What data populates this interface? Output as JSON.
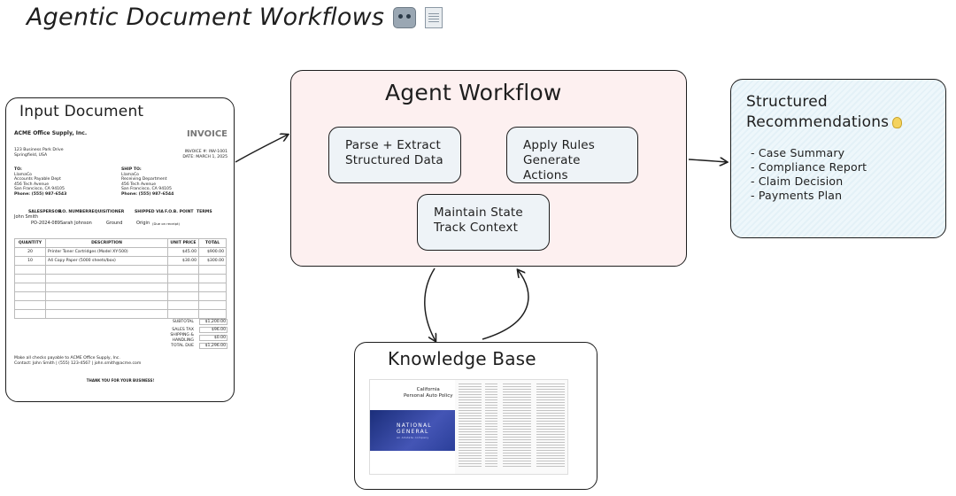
{
  "page": {
    "title": "Agentic Document Workflows"
  },
  "icons": [
    "robot-icon",
    "document-icon",
    "lightbulb-icon"
  ],
  "input_document": {
    "title": "Input Document",
    "invoice": {
      "company": "ACME Office Supply, Inc.",
      "heading": "INVOICE",
      "address_lines": [
        "123 Business Park Drive",
        "Springfield, USA"
      ],
      "number_line": "INVOICE #: INV-1001",
      "date_line": "DATE: MARCH 1, 2025",
      "to_label": "TO:",
      "to_lines": [
        "LlamaCo",
        "Accounts Payable Dept",
        "456 Tech Avenue",
        "San Francisco, CA 94105"
      ],
      "to_phone": "Phone: (555) 987-6543",
      "shipto_label": "SHIP TO:",
      "shipto_lines": [
        "LlamaCo",
        "Receiving Department",
        "456 Tech Avenue",
        "San Francisco, CA 94105"
      ],
      "shipto_phone": "Phone: (555) 987-6544",
      "sales_headers": [
        "SALESPERSON",
        "P.O. NUMBER",
        "REQUISITIONER",
        "SHIPPED VIA",
        "F.O.B. POINT",
        "TERMS"
      ],
      "sales_name": "John Smith",
      "sales_values": [
        "PO-2024-089",
        "Sarah Johnson",
        "Ground",
        "Origin",
        "(Due on receipt)"
      ],
      "table_headers": [
        "QUANTITY",
        "DESCRIPTION",
        "UNIT PRICE",
        "TOTAL"
      ],
      "rows": [
        [
          "20",
          "Printer Toner Cartridges (Model XY-500)",
          "$45.00",
          "$900.00"
        ],
        [
          "10",
          "A4 Copy Paper (5000 sheets/box)",
          "$30.00",
          "$300.00"
        ],
        [
          "",
          "",
          "",
          ""
        ],
        [
          "",
          "",
          "",
          ""
        ],
        [
          "",
          "",
          "",
          ""
        ],
        [
          "",
          "",
          "",
          ""
        ],
        [
          "",
          "",
          "",
          ""
        ],
        [
          "",
          "",
          "",
          ""
        ]
      ],
      "totals": [
        [
          "SUBTOTAL",
          "$1,200.00"
        ],
        [
          "SALES TAX",
          "$96.00"
        ],
        [
          "SHIPPING & HANDLING",
          "$0.00"
        ],
        [
          "TOTAL DUE",
          "$1,296.00"
        ]
      ],
      "footer_lines": [
        "Make all checks payable to ACME Office Supply, Inc.",
        "Contact: John Smith | (555) 123-4567 | john.smith@acme.com"
      ],
      "thanks": "THANK YOU FOR YOUR BUSINESS!"
    }
  },
  "agent_workflow": {
    "title": "Agent Workflow",
    "steps": [
      {
        "line1": "Parse + Extract",
        "line2": "Structured Data"
      },
      {
        "line1": "Apply Rules",
        "line2": "Generate Actions"
      },
      {
        "line1": "Maintain State",
        "line2": "Track Context"
      }
    ]
  },
  "structured": {
    "title_line1": "Structured",
    "title_line2": "Recommendations",
    "items": [
      "- Case Summary",
      "- Compliance Report",
      "- Claim Decision",
      "- Payments Plan"
    ]
  },
  "knowledge_base": {
    "title": "Knowledge Base",
    "doc": {
      "cover_title_line1": "California",
      "cover_title_line2": "Personal Auto Policy",
      "brand_line1": "NATIONAL",
      "brand_line2": "GENERAL",
      "brand_sub": "an Allstate company"
    }
  }
}
